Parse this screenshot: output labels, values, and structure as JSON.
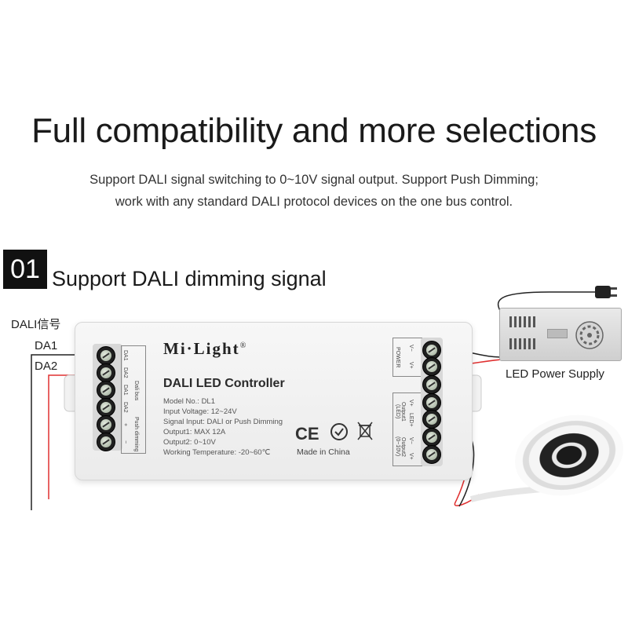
{
  "header": {
    "title": "Full compatibility and more selections",
    "subtitle_line1": "Support DALI signal switching to 0~10V signal output. Support Push Dimming;",
    "subtitle_line2": "work with any standard DALI protocol devices on the one bus control."
  },
  "section": {
    "number": "01",
    "title": "Support DALI dimming signal"
  },
  "signal": {
    "group_label": "DALI信号",
    "da1": "DA1",
    "da2": "DA2"
  },
  "controller": {
    "logo": "Mi·Light",
    "logo_mark": "®",
    "name": "DALI LED Controller",
    "specs": [
      "Model No.: DL1",
      "Input Voltage: 12~24V",
      "Signal Input: DALI or Push Dimming",
      "Output1: MAX 12A",
      "Output2: 0~10V",
      "Working Temperature: -20~60℃"
    ],
    "made_in": "Made in China",
    "cert_ce": "CE",
    "left_labels": [
      "DA1",
      "DA2",
      "DA1",
      "DA2",
      "+",
      "−"
    ],
    "left_group_top": "Dali bus",
    "left_group_bottom": "Push dimming",
    "power_label": "POWER",
    "power_terms": [
      "V−",
      "V+"
    ],
    "output1_label": "Output1 (LED)",
    "output1_terms": [
      "V+",
      "LED+"
    ],
    "output2_label": "Output2 (0~10V)",
    "output2_terms": [
      "V−",
      "V+"
    ]
  },
  "power_supply": {
    "label": "LED Power Supply"
  },
  "colors": {
    "wire_red": "#e03030",
    "wire_black": "#222222",
    "badge": "#111111"
  }
}
